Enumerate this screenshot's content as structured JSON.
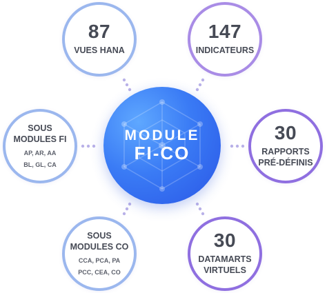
{
  "center": {
    "line1": "MODULE",
    "line2": "FI-CO"
  },
  "nodes": {
    "vues_hana": {
      "value": "87",
      "label": "VUES HANA"
    },
    "indicateurs": {
      "value": "147",
      "label": "INDICATEURS"
    },
    "rapports": {
      "value": "30",
      "label_line1": "RAPPORTS",
      "label_line2": "PRÉ-DÉFINIS"
    },
    "datamarts": {
      "value": "30",
      "label_line1": "DATAMARTS",
      "label_line2": "VIRTUELS"
    },
    "sous_modules_fi": {
      "title_line1": "SOUS",
      "title_line2": "MODULES FI",
      "items_line1": "AP, AR, AA",
      "items_line2": "BL, GL, CA"
    },
    "sous_modules_co": {
      "title_line1": "SOUS",
      "title_line2": "MODULES CO",
      "items_line1": "CCA, PCA, PA",
      "items_line2": "PCC, CEA, CO"
    }
  },
  "colors": {
    "accent_purple": "#a98ce6",
    "accent_blue": "#3a7bf5",
    "connector": "#b9b1e8"
  }
}
